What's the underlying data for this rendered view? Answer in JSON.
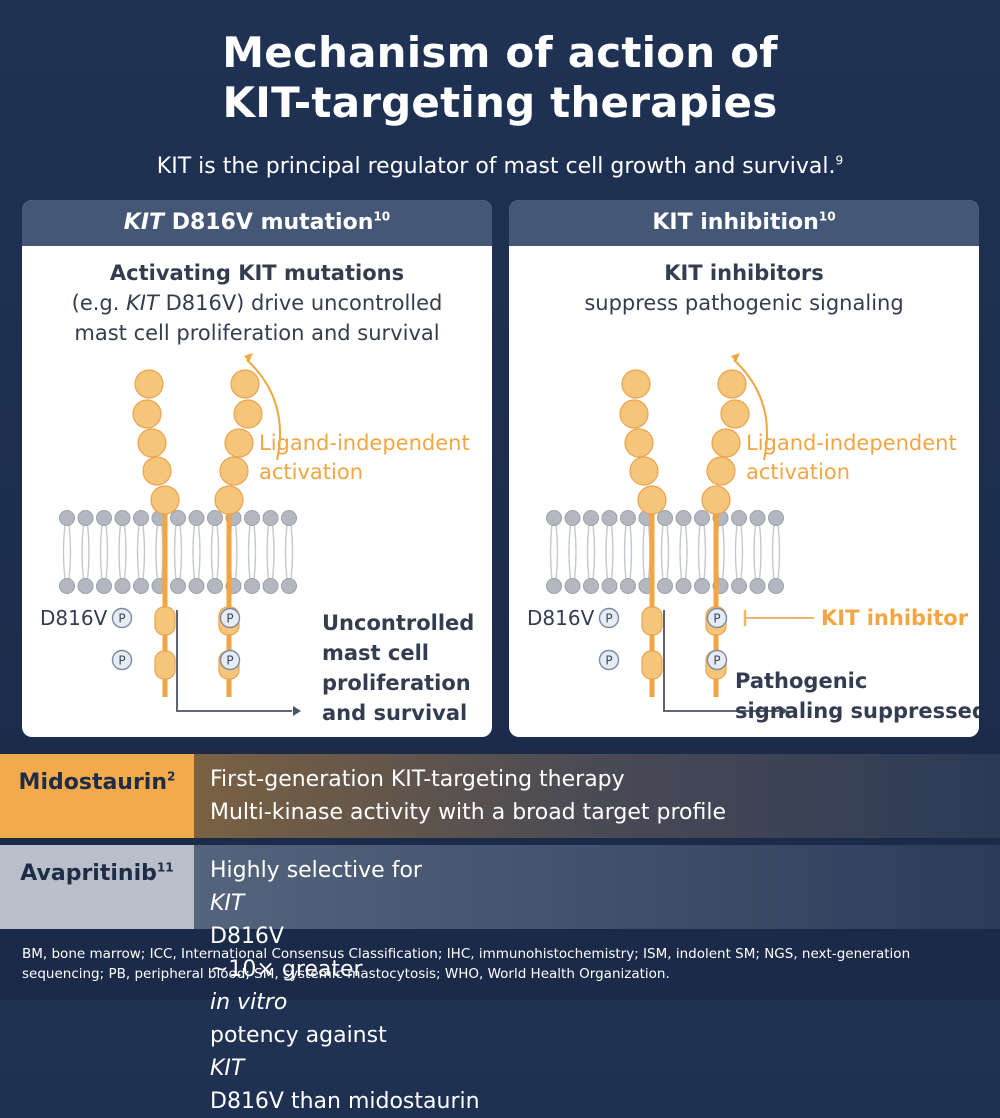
{
  "title": {
    "line1": "Mechanism of action of",
    "line2": "KIT-targeting therapies"
  },
  "subtitle": {
    "text": "KIT is the principal regulator of mast cell growth and survival.",
    "ref": "9"
  },
  "left_panel": {
    "header_italic": "KIT",
    "header_rest": " D816V mutation",
    "header_ref": "10",
    "desc_bold": "Activating KIT mutations",
    "desc_line2_pre": "(e.g. ",
    "desc_line2_italic": "KIT",
    "desc_line2_post": " D816V) drive uncontrolled",
    "desc_line3": "mast cell proliferation and survival",
    "activation_line1": "Ligand-independent",
    "activation_line2": "activation",
    "mutation_label": "D816V",
    "phospho_label": "P",
    "outcome_line1": "Uncontrolled",
    "outcome_line2": "mast cell",
    "outcome_line3": "proliferation",
    "outcome_line4": "and survival"
  },
  "right_panel": {
    "header_text": "KIT inhibition",
    "header_ref": "10",
    "desc_bold": "KIT inhibitors",
    "desc_line2": "suppress pathogenic signaling",
    "activation_line1": "Ligand-independent",
    "activation_line2": "activation",
    "mutation_label": "D816V",
    "phospho_label": "P",
    "inhibitor_label": "KIT inhibitor",
    "outcome_line1": "Pathogenic",
    "outcome_line2": "signaling suppressed"
  },
  "drugs": [
    {
      "name": "Midostaurin",
      "ref": "2",
      "line1": "First-generation KIT-targeting therapy",
      "line2": "Multi-kinase activity with a broad target profile"
    },
    {
      "name": "Avapritinib",
      "ref": "11",
      "line1_pre": "Highly selective for ",
      "line1_italic": "KIT",
      "line1_post": " D816V",
      "line2_pre": "~10× greater ",
      "line2_italic1": "in vitro",
      "line2_mid": " potency against ",
      "line2_italic2": "KIT",
      "line2_post": " D816V than midostaurin"
    }
  ],
  "footer": {
    "line1": "BM, bone marrow; ICC, International Consensus Classification; IHC, immunohistochemistry; ISM, indolent SM; NGS, next-generation",
    "line2": "sequencing; PB, peripheral blood; SM, systemic mastocytosis; WHO, World Health Organization."
  },
  "colors": {
    "background": "#1f3254",
    "panel_header": "#445777",
    "receptor": "#f5c67a",
    "receptor_stroke": "#eba24f",
    "accent_orange": "#f2a541",
    "membrane": "#b7bcc4",
    "midostaurin_tab": "#f2aa4c",
    "avapritinib_tab": "#b8bfca"
  }
}
